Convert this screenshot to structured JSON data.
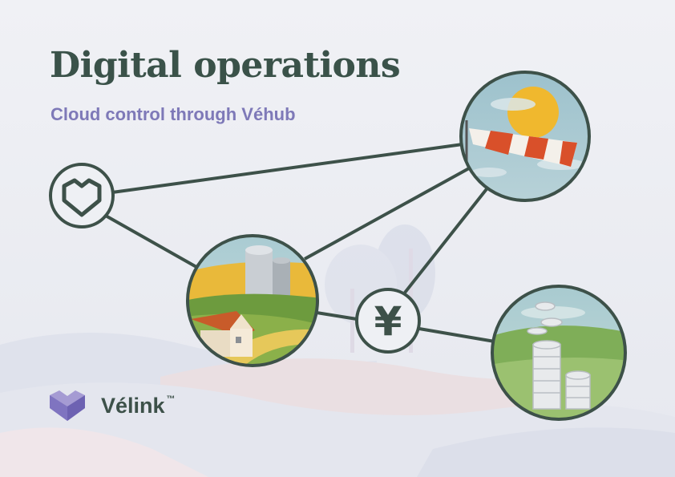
{
  "header": {
    "title": "Digital operations",
    "subtitle": "Cloud control through Véhub"
  },
  "brand": {
    "name": "Vélink",
    "trademark": "™"
  },
  "network": {
    "nodes": [
      {
        "name": "heart-node",
        "icon": "heart-outline-icon"
      },
      {
        "name": "windsock-node",
        "icon": "windsock-sun-illustration"
      },
      {
        "name": "farm-node",
        "icon": "farm-silo-illustration"
      },
      {
        "name": "currency-node",
        "icon": "yen-currency-icon",
        "symbol": "¥"
      },
      {
        "name": "coins-node",
        "icon": "coin-stacks-illustration"
      }
    ]
  },
  "colors": {
    "background": "#eef0f4",
    "title": "#3a5249",
    "subtitle": "#7e79b8",
    "node_stroke": "#3d5149",
    "brand_purple": "#8a7fc4"
  }
}
